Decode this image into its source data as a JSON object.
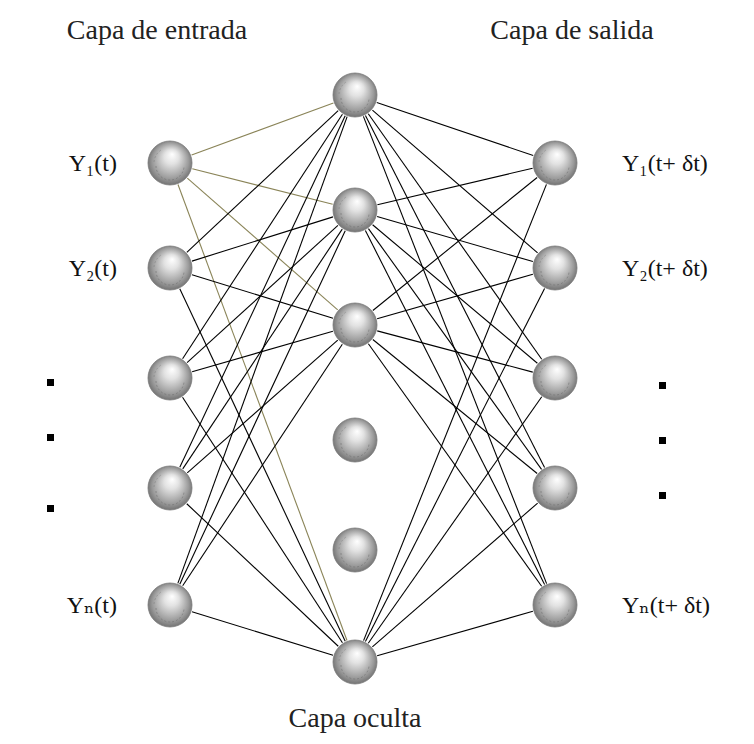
{
  "diagram": {
    "nodes": [
      {
        "text": [
          "Y₁(t)"
        ]
      },
      {
        "text": [
          "Y₂(t)"
        ]
      },
      {
        "text": []
      },
      {
        "text": []
      },
      {
        "text": [
          "Yₙ(t)"
        ]
      },
      {
        "text": []
      },
      {
        "text": []
      },
      {
        "text": []
      },
      {
        "text": []
      },
      {
        "text": []
      },
      {
        "text": []
      },
      {
        "text": [
          "Y₁(t+ δt)"
        ]
      },
      {
        "text": [
          "Y₂(t+ δt)"
        ]
      },
      {
        "text": []
      },
      {
        "text": []
      },
      {
        "text": [
          "Yₙ(t+ δt)"
        ]
      }
    ],
    "edges": [
      {
        "from": 0,
        "to": 5,
        "arrow": "none"
      },
      {
        "from": 0,
        "to": 6,
        "arrow": "none"
      },
      {
        "from": 0,
        "to": 7,
        "arrow": "none"
      },
      {
        "from": 0,
        "to": 10,
        "arrow": "none"
      },
      {
        "from": 1,
        "to": 5,
        "arrow": "none"
      },
      {
        "from": 1,
        "to": 6,
        "arrow": "none"
      },
      {
        "from": 1,
        "to": 7,
        "arrow": "none"
      },
      {
        "from": 1,
        "to": 10,
        "arrow": "none"
      },
      {
        "from": 2,
        "to": 5,
        "arrow": "none"
      },
      {
        "from": 2,
        "to": 6,
        "arrow": "none"
      },
      {
        "from": 2,
        "to": 7,
        "arrow": "none"
      },
      {
        "from": 2,
        "to": 10,
        "arrow": "none"
      },
      {
        "from": 3,
        "to": 5,
        "arrow": "none"
      },
      {
        "from": 3,
        "to": 6,
        "arrow": "none"
      },
      {
        "from": 3,
        "to": 7,
        "arrow": "none"
      },
      {
        "from": 3,
        "to": 10,
        "arrow": "none"
      },
      {
        "from": 4,
        "to": 5,
        "arrow": "none"
      },
      {
        "from": 4,
        "to": 6,
        "arrow": "none"
      },
      {
        "from": 4,
        "to": 7,
        "arrow": "none"
      },
      {
        "from": 4,
        "to": 10,
        "arrow": "none"
      },
      {
        "from": 5,
        "to": 11,
        "arrow": "none"
      },
      {
        "from": 5,
        "to": 12,
        "arrow": "none"
      },
      {
        "from": 5,
        "to": 13,
        "arrow": "none"
      },
      {
        "from": 5,
        "to": 14,
        "arrow": "none"
      },
      {
        "from": 5,
        "to": 15,
        "arrow": "none"
      },
      {
        "from": 6,
        "to": 11,
        "arrow": "none"
      },
      {
        "from": 6,
        "to": 12,
        "arrow": "none"
      },
      {
        "from": 6,
        "to": 13,
        "arrow": "none"
      },
      {
        "from": 6,
        "to": 14,
        "arrow": "none"
      },
      {
        "from": 6,
        "to": 15,
        "arrow": "none"
      },
      {
        "from": 7,
        "to": 11,
        "arrow": "none"
      },
      {
        "from": 7,
        "to": 12,
        "arrow": "none"
      },
      {
        "from": 7,
        "to": 13,
        "arrow": "none"
      },
      {
        "from": 7,
        "to": 14,
        "arrow": "none"
      },
      {
        "from": 7,
        "to": 15,
        "arrow": "none"
      },
      {
        "from": 10,
        "to": 11,
        "arrow": "none"
      },
      {
        "from": 10,
        "to": 12,
        "arrow": "none"
      },
      {
        "from": 10,
        "to": 13,
        "arrow": "none"
      },
      {
        "from": 10,
        "to": 14,
        "arrow": "none"
      },
      {
        "from": 10,
        "to": 15,
        "arrow": "none"
      }
    ],
    "labels": [
      "Capa de entrada",
      "Capa de salida",
      "Capa oculta"
    ]
  }
}
